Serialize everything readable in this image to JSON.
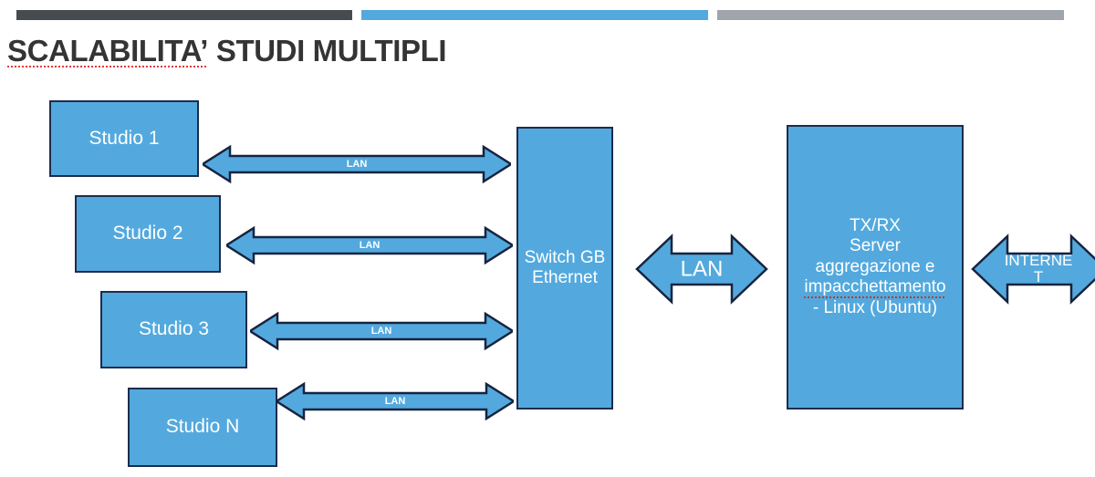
{
  "slide": {
    "title_prefix": "SCALABILITA’",
    "title_rest": " STUDI MULTIPLI",
    "title_full": "SCALABILITA’ STUDI MULTIPLI"
  },
  "topbar": {
    "segments": [
      {
        "name": "dark",
        "color": "#464b4f"
      },
      {
        "name": "blue",
        "color": "#53a9de"
      },
      {
        "name": "gray",
        "color": "#9fa5ab"
      }
    ]
  },
  "colors": {
    "node_fill": "#53a9de",
    "node_border": "#1c2c4c",
    "node_text": "#ffffff",
    "title_text": "#343434",
    "spellcheck_underline": "#c0392b"
  },
  "diagram": {
    "studios": [
      {
        "id": "studio-1",
        "label": "Studio 1"
      },
      {
        "id": "studio-2",
        "label": "Studio 2"
      },
      {
        "id": "studio-3",
        "label": "Studio 3"
      },
      {
        "id": "studio-n",
        "label": "Studio N"
      }
    ],
    "switch": {
      "line1": "Switch",
      "line2": "GB",
      "line3": "Ethernet"
    },
    "server": {
      "line1": "TX/RX",
      "line2": "Server",
      "line3": "aggregazione e",
      "line4": "impacchettamento",
      "line5": "- Linux (Ubuntu)"
    },
    "links": [
      {
        "id": "arrow-lan-1",
        "label": "LAN",
        "from": "studio-1",
        "to": "switch"
      },
      {
        "id": "arrow-lan-2",
        "label": "LAN",
        "from": "studio-2",
        "to": "switch"
      },
      {
        "id": "arrow-lan-3",
        "label": "LAN",
        "from": "studio-3",
        "to": "switch"
      },
      {
        "id": "arrow-lan-4",
        "label": "LAN",
        "from": "studio-n",
        "to": "switch"
      },
      {
        "id": "arrow-lan-center",
        "label": "LAN",
        "from": "switch",
        "to": "server"
      }
    ],
    "internet_link": {
      "id": "arrow-internet",
      "label_line1": "INTERNE",
      "label_line2": "T",
      "label_full": "INTERNET"
    }
  }
}
